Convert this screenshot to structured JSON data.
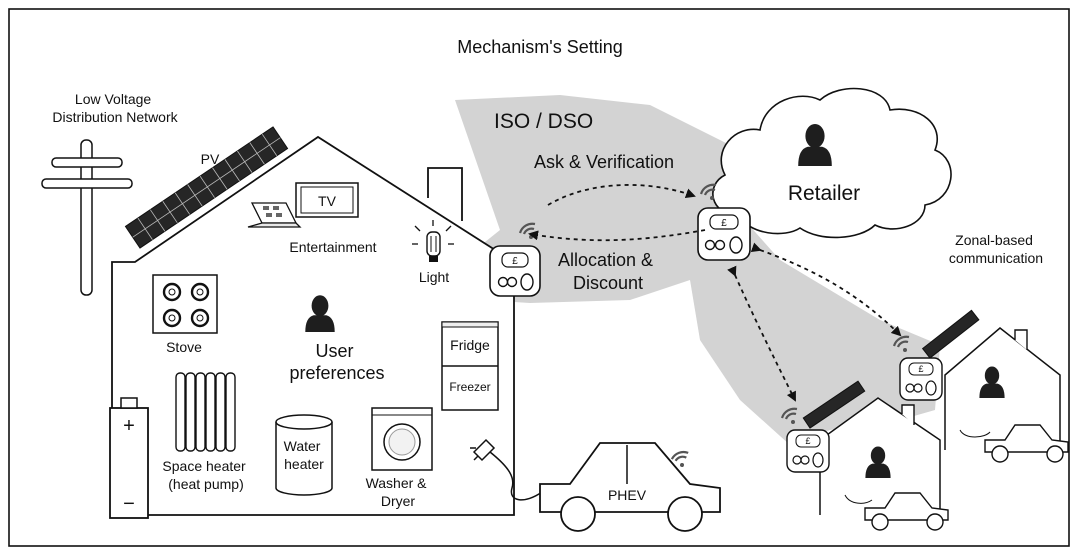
{
  "title": "Mechanism's Setting",
  "grid_label": "Low Voltage\nDistribution Network",
  "pv_label": "PV",
  "appliances": {
    "tv": "TV",
    "entertainment": "Entertainment",
    "light": "Light",
    "stove": "Stove",
    "user_preferences": "User\npreferences",
    "fridge": "Fridge",
    "freezer": "Freezer",
    "space_heater": "Space heater\n(heat pump)",
    "water_heater": "Water\nheater",
    "washer_dryer": "Washer &\nDryer",
    "battery_plus": "+",
    "battery_minus": "−",
    "phev": "PHEV"
  },
  "iso_dso": {
    "title": "ISO / DSO",
    "ask": "Ask & Verification",
    "allocation": "Allocation &\nDiscount"
  },
  "retailer": "Retailer",
  "zonal": "Zonal-based\ncommunication",
  "meter_symbol": "£",
  "colors": {
    "zone_fill": "#d3d3d3",
    "line": "#111111",
    "person": "#1e1e1e",
    "background": "#ffffff"
  }
}
